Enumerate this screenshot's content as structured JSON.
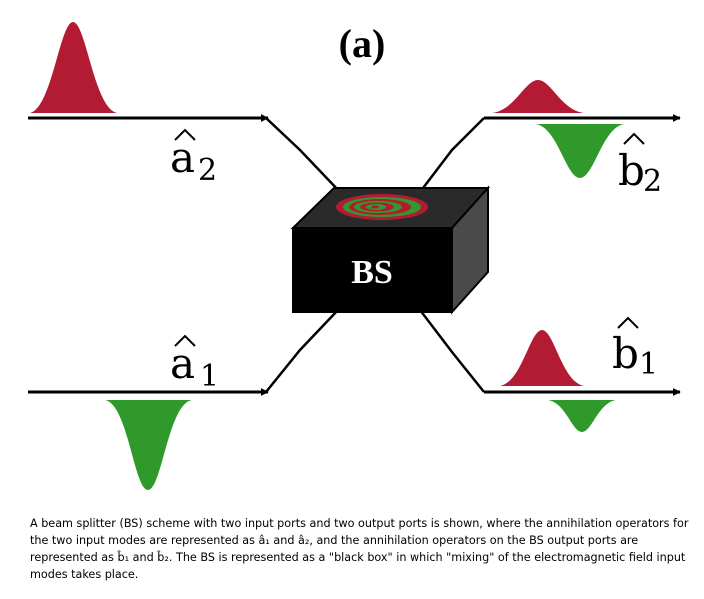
{
  "figure": {
    "panel_label": "(a)",
    "box_label": "BS",
    "labels": {
      "a2": {
        "base": "a",
        "sub": "2"
      },
      "a1": {
        "base": "a",
        "sub": "1"
      },
      "b2": {
        "base": "b",
        "sub": "2"
      },
      "b1": {
        "base": "b",
        "sub": "1"
      }
    },
    "colors": {
      "red_pulse": "#b31b34",
      "green_pulse": "#2f9a2b",
      "box_front": "#000000",
      "box_side": "#4a4a4a",
      "box_top": "#2a2a2a",
      "line": "#000000"
    }
  },
  "caption": "A beam splitter (BS) scheme with two input ports and two output ports is shown, where the annihilation operators for the two input modes are represented as â₁ and â₂, and the annihilation operators on the BS output ports are represented as b̂₁ and b̂₂. The BS is represented as a \"black box\" in which \"mixing\" of the electromagnetic field input modes takes place."
}
